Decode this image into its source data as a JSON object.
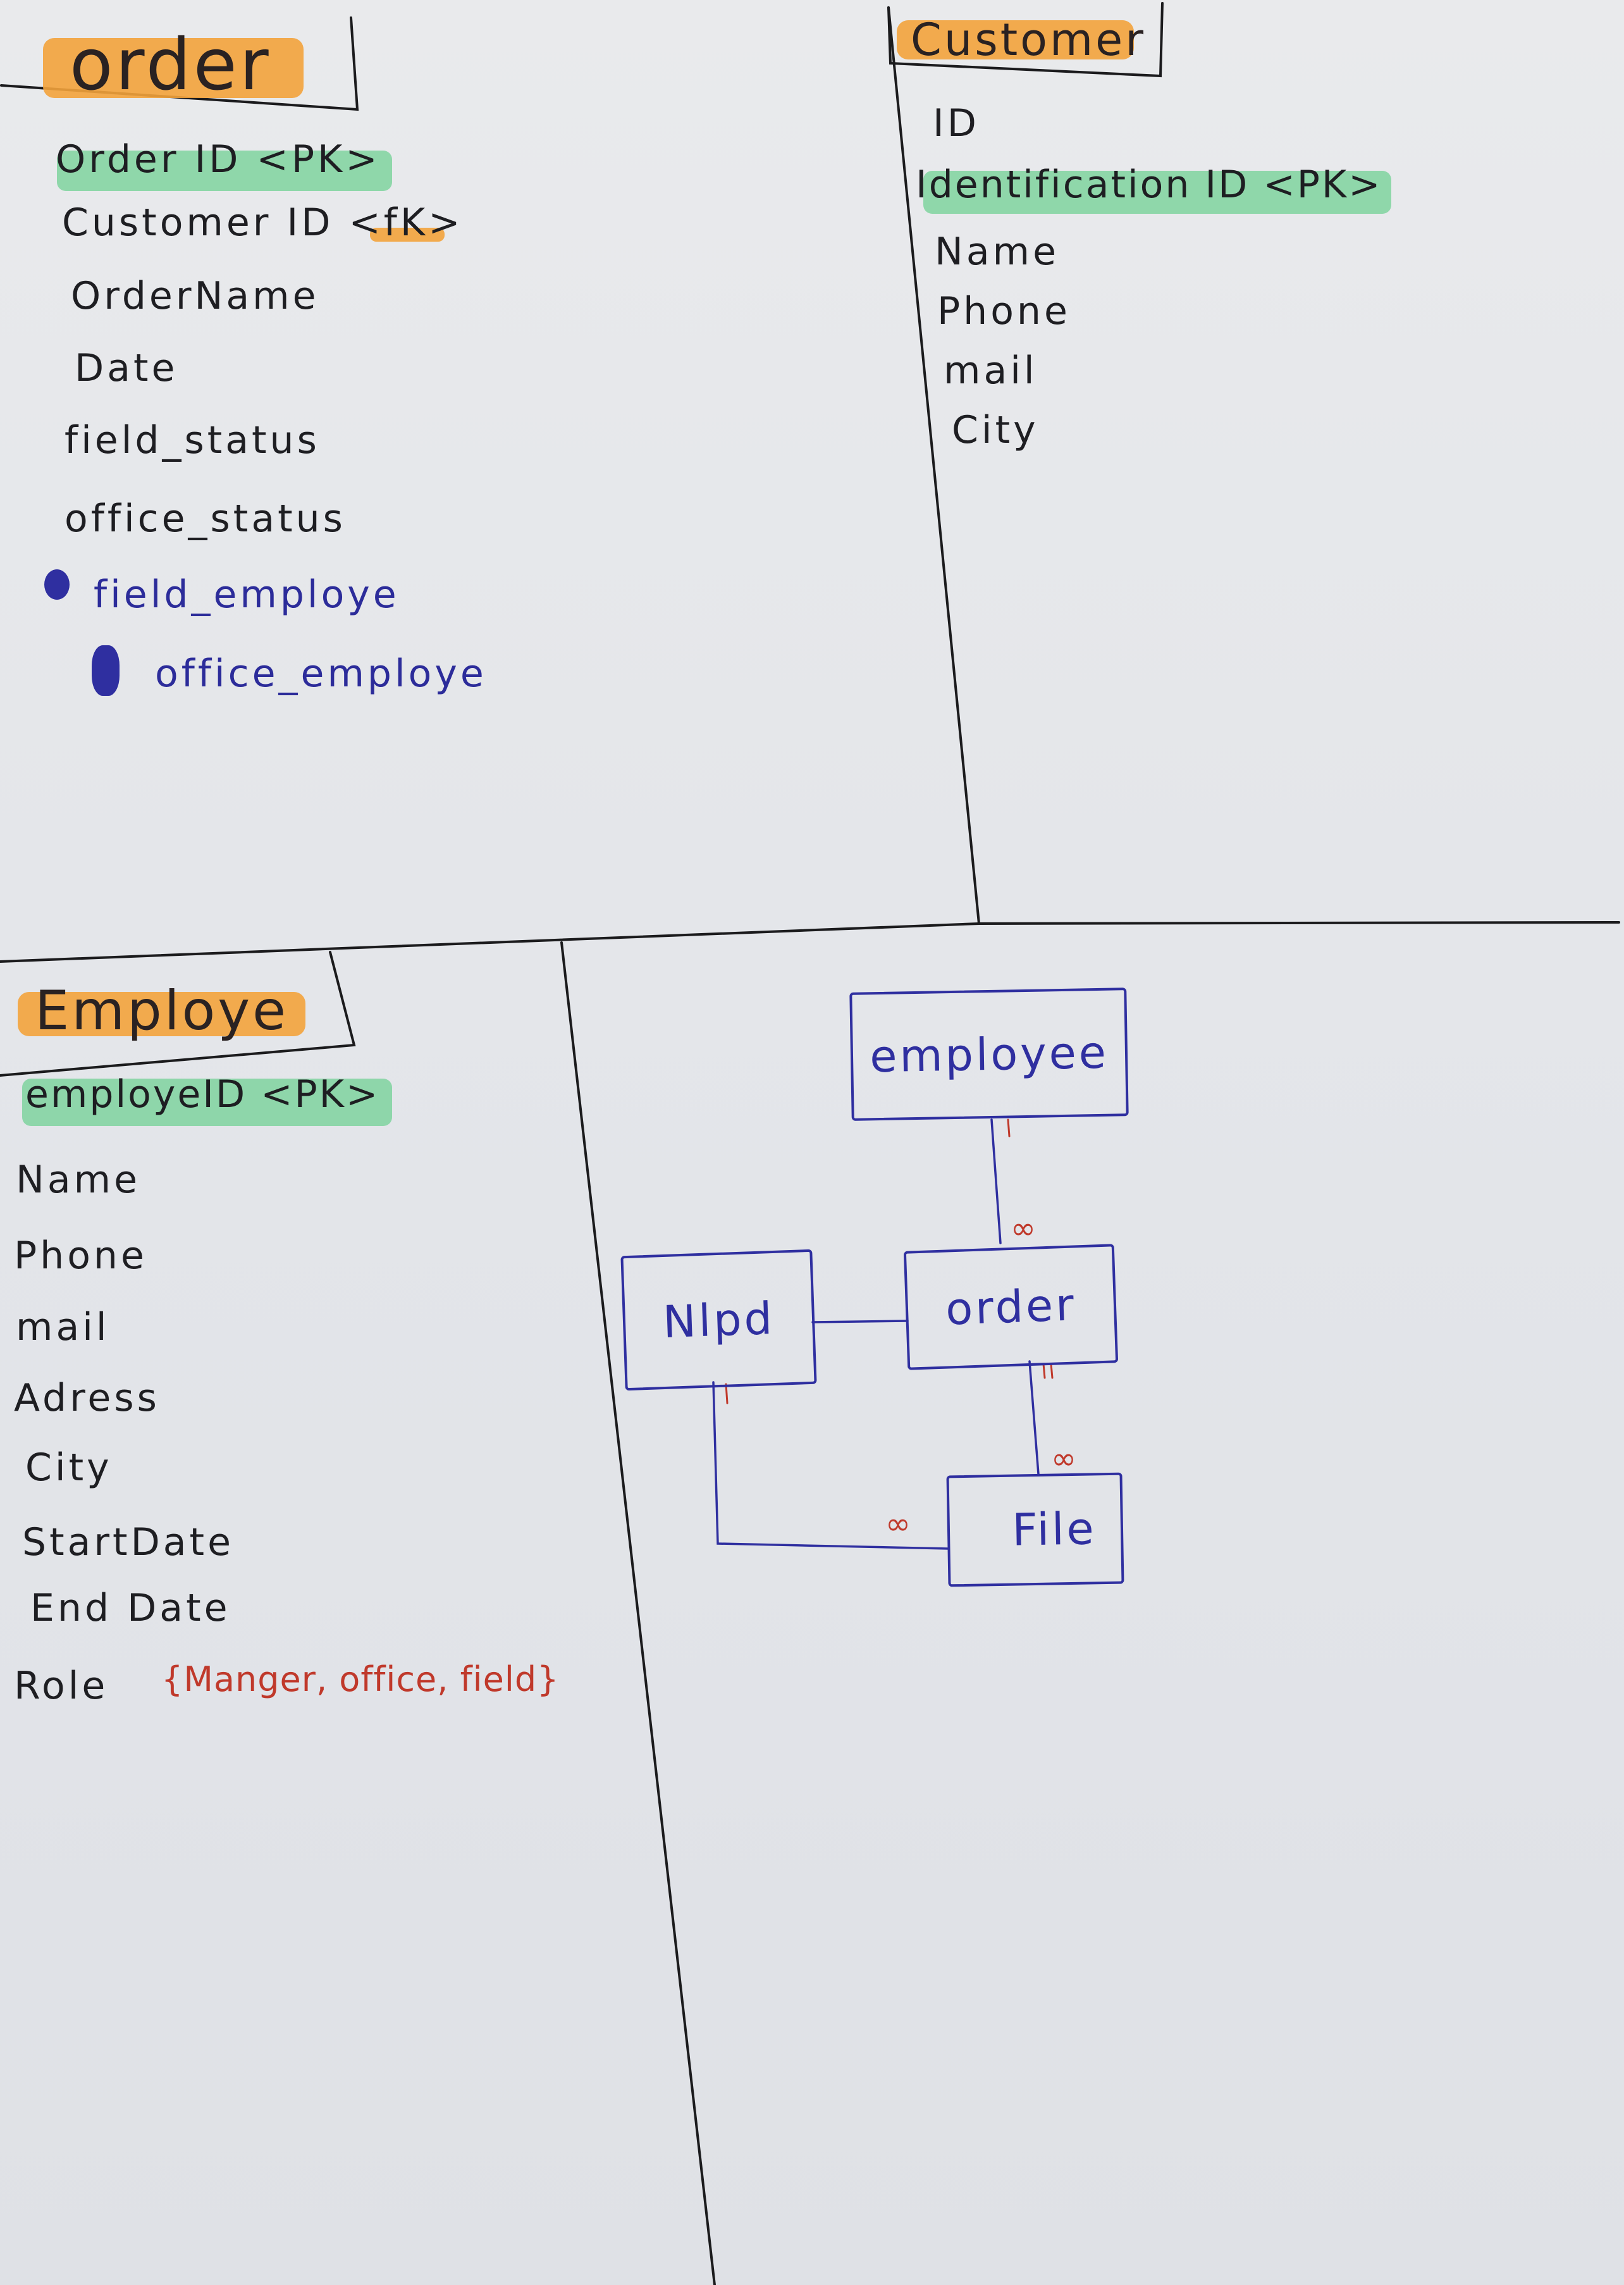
{
  "order_table": {
    "title": "order",
    "fields": [
      "Order ID <PK>",
      "Customer ID <fK>",
      "OrderName",
      "Date",
      "field_status",
      "office_status",
      "field_employe",
      "office_employe"
    ]
  },
  "customer_table": {
    "title": "Customer",
    "fields": [
      "ID",
      "Identification ID <PK>",
      "Name",
      "Phone",
      "mail",
      "City"
    ]
  },
  "employe_table": {
    "title": "Employe",
    "fields": [
      "employeID <PK>",
      "Name",
      "Phone",
      "mail",
      "Adress",
      "City",
      "StartDate",
      "End Date",
      "Role"
    ],
    "role_values": "{Manger, office, field}"
  },
  "er_diagram": {
    "entities": {
      "employee": "employee",
      "nlpd": "Nlpd",
      "order": "order",
      "file": "File"
    },
    "cardinalities": {
      "employee_side": "1",
      "order_from_employee": "∞",
      "order_to_file": "1",
      "file_from_order": "∞",
      "nlpd_side": "1",
      "file_from_nlpd": "∞"
    }
  },
  "colors": {
    "title_highlight": "#f3a33c",
    "pk_highlight": "#7fd39f",
    "diagram_ink": "#2f2fa0",
    "cardinality_ink": "#c0392b"
  }
}
